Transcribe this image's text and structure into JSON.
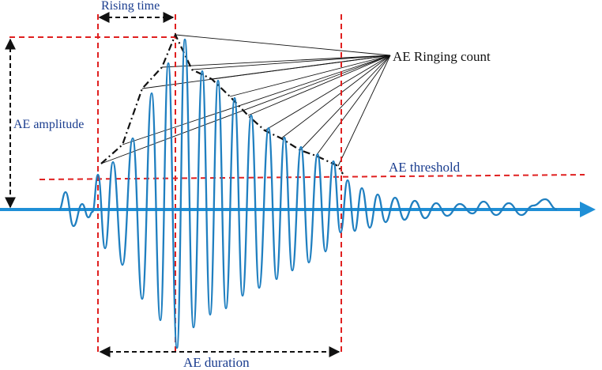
{
  "labels": {
    "rising_time": "Rising time",
    "ae_amplitude": "AE amplitude",
    "ringing_count": "AE Ringing count",
    "threshold": "AE threshold",
    "duration": "AE duration"
  },
  "colors": {
    "waveform": "#1f7fc0",
    "axis": "#1f8fd6",
    "marker_lines": "#e02020",
    "dimension_arrows": "#111111",
    "label_text": "#1a3d8f"
  }
}
